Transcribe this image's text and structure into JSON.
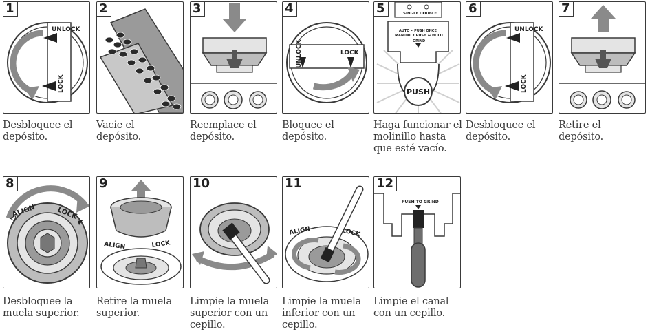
{
  "steps": [
    {
      "number": "1",
      "caption": "Desbloquee el depósito.",
      "labels": {
        "unlock": "UNLOCK",
        "lock": "LOCK"
      }
    },
    {
      "number": "2",
      "caption": "Vacíe el depósito."
    },
    {
      "number": "3",
      "caption": "Reemplace el depósito."
    },
    {
      "number": "4",
      "caption": "Bloquee el depósito.",
      "labels": {
        "unlock": "UNLOCK",
        "lock": "LOCK"
      }
    },
    {
      "number": "5",
      "caption": "Haga funcionar el molinillo hasta que esté vacío.",
      "labels": {
        "single": "SINGLE",
        "double": "DOUBLE",
        "auto": "AUTO • PUSH ONCE",
        "manual": "MANUAL • PUSH & HOLD",
        "grind": "GRIND",
        "push": "PUSH"
      }
    },
    {
      "number": "6",
      "caption": "Desbloquee el depósito.",
      "labels": {
        "unlock": "UNLOCK",
        "lock": "LOCK"
      }
    },
    {
      "number": "7",
      "caption": "Retire el depósito."
    },
    {
      "number": "8",
      "caption": "Desbloquee la muela superior.",
      "labels": {
        "align": "ALIGN",
        "lock": "LOCK"
      }
    },
    {
      "number": "9",
      "caption": "Retire la muela superior.",
      "labels": {
        "align": "ALIGN",
        "lock": "LOCK"
      }
    },
    {
      "number": "10",
      "caption": "Limpie la muela superior con un cepillo."
    },
    {
      "number": "11",
      "caption": "Limpie la muela inferior con un cepillo.",
      "labels": {
        "align": "ALIGN",
        "lock": "LOCK"
      }
    },
    {
      "number": "12",
      "caption": "Limpie el canal con un cepillo.",
      "labels": {
        "push_to_grind": "PUSH TO GRIND"
      }
    }
  ],
  "colors": {
    "line": "#3a3a3a",
    "fill_light": "#e4e4e4",
    "fill_mid": "#bdbdbd",
    "fill_dark": "#6e6e6e",
    "arrow": "#8a8a8a"
  }
}
